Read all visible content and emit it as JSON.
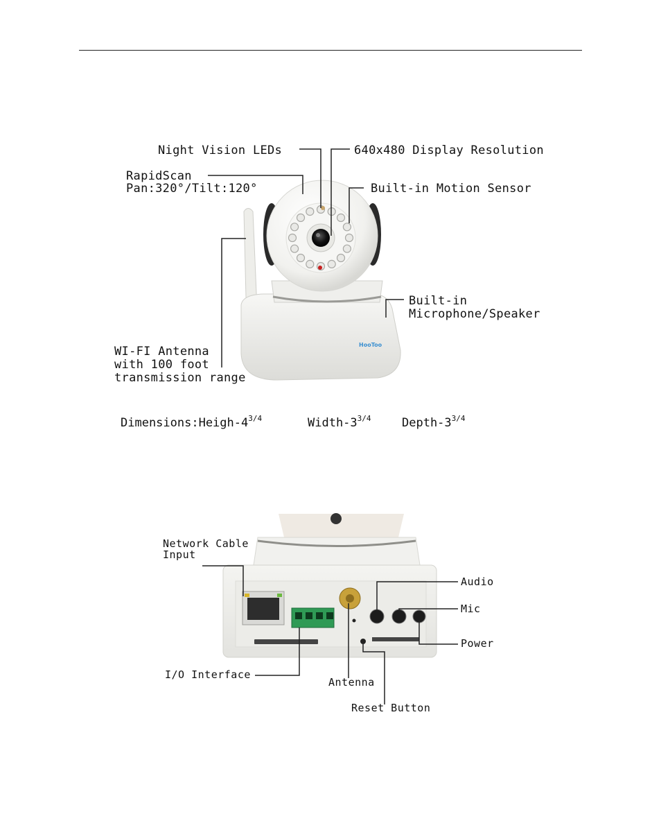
{
  "figure1": {
    "labels": {
      "night_vision": "Night Vision LEDs",
      "resolution": "640x480 Display Resolution",
      "rapidscan_1": "RapidScan",
      "rapidscan_2": "Pan:320°/Tilt:120°",
      "motion_sensor": "Built-in Motion Sensor",
      "mic_speaker_1": "Built-in",
      "mic_speaker_2": "Microphone/Speaker",
      "antenna_1": "WI-FI Antenna",
      "antenna_2": "with 100 foot",
      "antenna_3": "transmission range"
    },
    "brand": "HooToo",
    "dimensions": {
      "height_label": "Dimensions:Heigh-4",
      "height_frac": "3/4",
      "width_label": "Width-3",
      "width_frac": "3/4",
      "depth_label": "Depth-3",
      "depth_frac": "3/4"
    }
  },
  "figure2": {
    "labels": {
      "network_1": "Network Cable",
      "network_2": "Input",
      "audio": "Audio",
      "mic": "Mic",
      "power": "Power",
      "io": "I/O Interface",
      "antenna": "Antenna",
      "reset": "Reset Button"
    }
  }
}
